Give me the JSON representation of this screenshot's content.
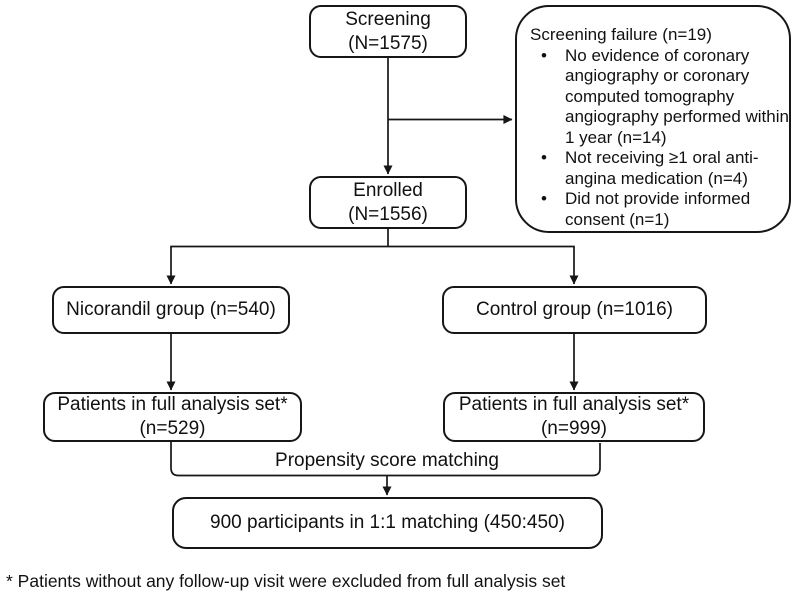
{
  "colors": {
    "background": "#ffffff",
    "line": "#161616",
    "text": "#111111",
    "box_fill": "#ffffff"
  },
  "diagram": {
    "screening_box": {
      "line1": "Screening",
      "line2": "(N=1575)"
    },
    "screening_failure_box": {
      "title": "Screening failure (n=19)",
      "bullet_char": "•",
      "bullets": [
        "No evidence of coronary angiography or coronary computed tomography angiography performed within 1 year (n=14)",
        "Not receiving ≥1 oral anti-angina medication (n=4)",
        "Did not provide informed consent (n=1)"
      ]
    },
    "enrolled_box": {
      "line1": "Enrolled",
      "line2": "(N=1556)"
    },
    "nicorandil_box": {
      "label": "Nicorandil group (n=540)"
    },
    "control_box": {
      "label": "Control group (n=1016)"
    },
    "full_analysis_left_box": {
      "line1": "Patients in full analysis set*",
      "line2": "(n=529)"
    },
    "full_analysis_right_box": {
      "line1": "Patients in full analysis set*",
      "line2": "(n=999)"
    },
    "propensity_label": "Propensity score matching",
    "matched_box": {
      "label": "900 participants in 1:1 matching (450:450)"
    },
    "footnote": "* Patients without any follow-up visit were excluded from full analysis set"
  }
}
